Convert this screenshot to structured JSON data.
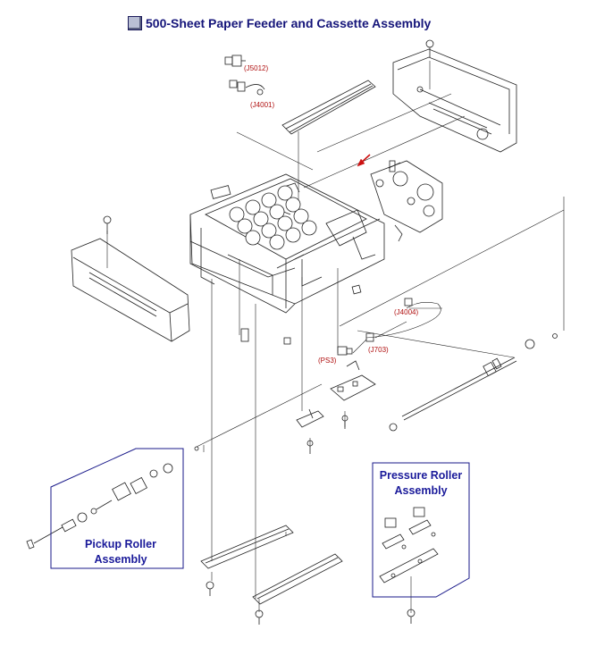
{
  "title": "500-Sheet Paper Feeder and Cassette Assembly",
  "connectors": {
    "j5012": "(J5012)",
    "j4001": "(J4001)",
    "j4004": "(J4004)",
    "j703": "(J703)",
    "ps3": "(PS3)"
  },
  "subassemblies": {
    "pickup_roller": {
      "line1": "Pickup Roller",
      "line2": "Assembly"
    },
    "pressure_roller": {
      "line1": "Pressure Roller",
      "line2": "Assembly"
    }
  },
  "colors": {
    "title": "#15157a",
    "callout": "#b01010",
    "frame": "#1a1a8a",
    "arrow": "#cc1111",
    "line": "#222222"
  },
  "icons": {
    "title_marker": "square-bullet-icon",
    "pointer": "red-arrow-icon"
  }
}
